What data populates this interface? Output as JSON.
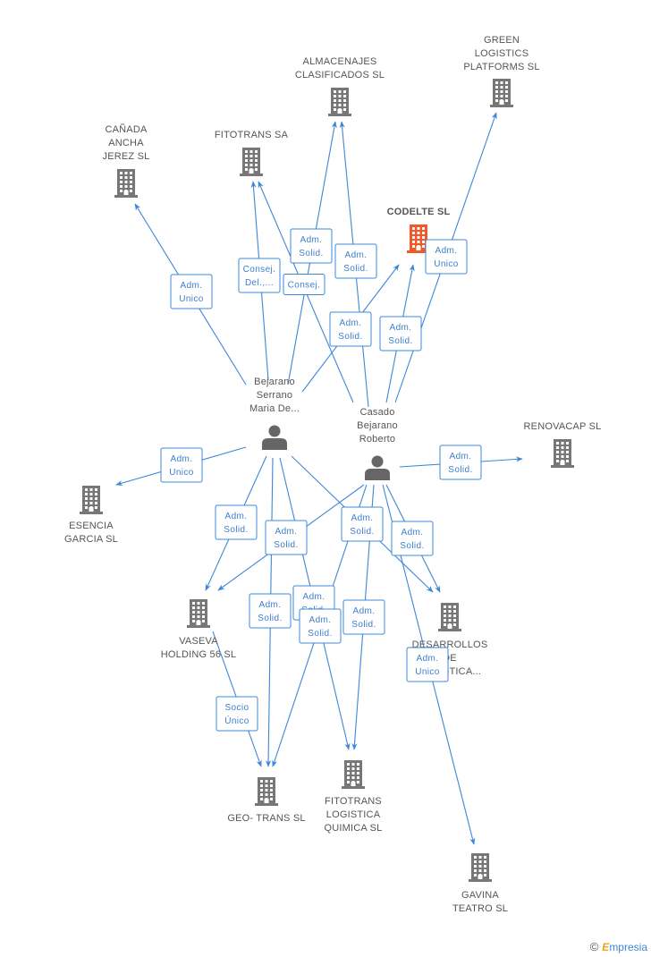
{
  "colors": {
    "edge": "#3d87d8",
    "company": "#777777",
    "focus_company": "#f05a2a",
    "person": "#666666",
    "label": "#555555"
  },
  "nodes": {
    "almacenajes": {
      "type": "company",
      "label": [
        "ALMACENAJES",
        "CLASIFICADOS SL"
      ]
    },
    "green": {
      "type": "company",
      "label": [
        "GREEN",
        "LOGISTICS",
        "PLATFORMS SL"
      ]
    },
    "canada": {
      "type": "company",
      "label": [
        "CAÑADA",
        "ANCHA",
        "JEREZ SL"
      ]
    },
    "fitotrans_sa": {
      "type": "company",
      "label": [
        "FITOTRANS SA"
      ]
    },
    "codelte": {
      "type": "company",
      "focus": true,
      "label": [
        "CODELTE SL"
      ]
    },
    "renovacap": {
      "type": "company",
      "label": [
        "RENOVACAP SL"
      ]
    },
    "esencia": {
      "type": "company",
      "label": [
        "ESENCIA",
        "GARCIA SL"
      ]
    },
    "vaseva": {
      "type": "company",
      "label": [
        "VASEVA",
        "HOLDING 56 SL"
      ]
    },
    "desarrollos": {
      "type": "company",
      "label": [
        "DESARROLLOS",
        "DE",
        "LOGISTICA..."
      ]
    },
    "geotrans": {
      "type": "company",
      "label": [
        "GEO- TRANS SL"
      ]
    },
    "fitotrans_lq": {
      "type": "company",
      "label": [
        "FITOTRANS",
        "LOGISTICA",
        "QUIMICA SL"
      ]
    },
    "gavina": {
      "type": "company",
      "label": [
        "GAVINA",
        "TEATRO SL"
      ]
    },
    "bejarano": {
      "type": "person",
      "label": [
        "Bejarano",
        "Serrano",
        "Maria De..."
      ]
    },
    "casado": {
      "type": "person",
      "label": [
        "Casado",
        "Bejarano",
        "Roberto"
      ]
    }
  },
  "edge_labels": {
    "b_canada": [
      "Adm.",
      "Unico"
    ],
    "b_fitotrans_consej_del": [
      "Consej.",
      "Del.,..."
    ],
    "b_fitotrans_consej": [
      "Consej."
    ],
    "b_almacenajes": [
      "Adm.",
      "Solid."
    ],
    "c_almacenajes": [
      "Adm.",
      "Solid."
    ],
    "b_codelte": [
      "Adm.",
      "Solid."
    ],
    "c_codelte": [
      "Adm.",
      "Solid."
    ],
    "c_green": [
      "Adm.",
      "Unico"
    ],
    "b_esencia": [
      "Adm.",
      "Unico"
    ],
    "c_renovacap": [
      "Adm.",
      "Solid."
    ],
    "b_vaseva": [
      "Adm.",
      "Solid."
    ],
    "c_vaseva": [
      "Adm.",
      "Solid."
    ],
    "c_desarrollos_a": [
      "Adm.",
      "Solid."
    ],
    "c_desarrollos_b": [
      "Adm.",
      "Solid."
    ],
    "b_geotrans": [
      "Adm.",
      "Solid."
    ],
    "b_fitotrans_lq": [
      "Adm.",
      "Solid."
    ],
    "c_geotrans": [
      "Adm.",
      "Solid."
    ],
    "c_fitotrans_lq": [
      "Adm.",
      "Solid."
    ],
    "c_gavina": [
      "Adm.",
      "Unico"
    ],
    "vaseva_geotrans": [
      "Socio",
      "Único"
    ]
  },
  "brand": {
    "copyright": "©",
    "initial": "E",
    "rest": "mpresia"
  }
}
